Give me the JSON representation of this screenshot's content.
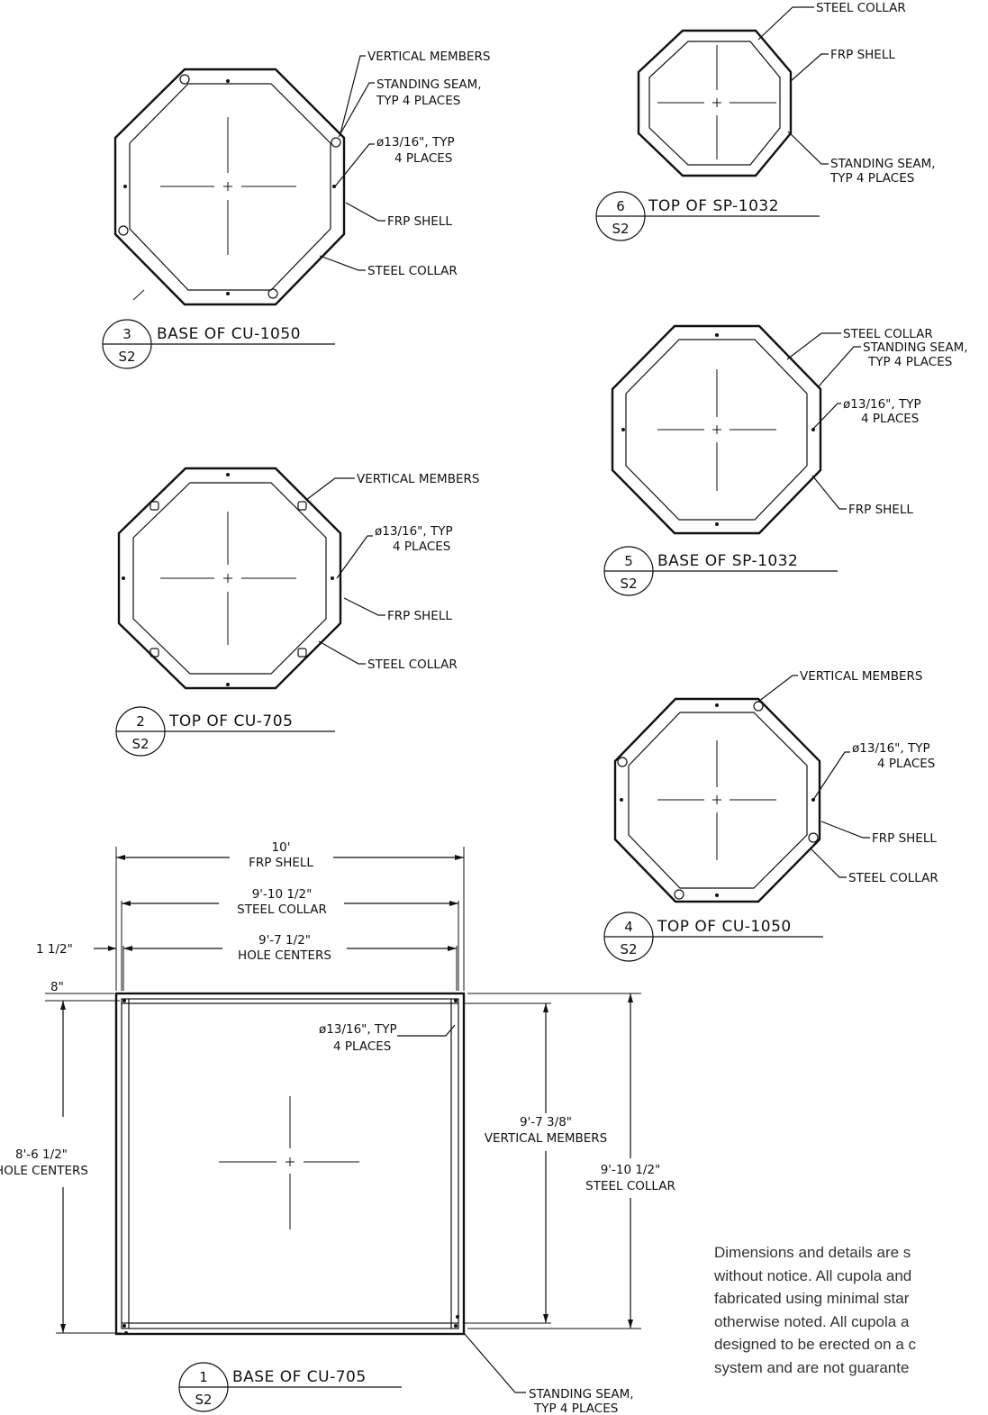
{
  "details": [
    {
      "id": "d3",
      "number": "3",
      "sheet": "S2",
      "title": "BASE OF CU-1050",
      "labels": [
        "VERTICAL MEMBERS",
        "STANDING SEAM,",
        "TYP 4 PLACES",
        "ø13/16\", TYP",
        "4 PLACES",
        "FRP SHELL",
        "STEEL COLLAR"
      ]
    },
    {
      "id": "d6",
      "number": "6",
      "sheet": "S2",
      "title": "TOP OF SP-1032",
      "labels": [
        "STEEL COLLAR",
        "FRP SHELL",
        "STANDING SEAM,",
        "TYP 4 PLACES"
      ]
    },
    {
      "id": "d5",
      "number": "5",
      "sheet": "S2",
      "title": "BASE OF SP-1032",
      "labels": [
        "STEEL COLLAR",
        "STANDING SEAM,",
        "TYP 4 PLACES",
        "ø13/16\", TYP",
        "4 PLACES",
        "FRP SHELL"
      ]
    },
    {
      "id": "d2",
      "number": "2",
      "sheet": "S2",
      "title": "TOP OF CU-705",
      "labels": [
        "VERTICAL MEMBERS",
        "ø13/16\", TYP",
        "4 PLACES",
        "FRP SHELL",
        "STEEL COLLAR"
      ]
    },
    {
      "id": "d4",
      "number": "4",
      "sheet": "S2",
      "title": "TOP OF CU-1050",
      "labels": [
        "VERTICAL MEMBERS",
        "ø13/16\", TYP",
        "4 PLACES",
        "FRP SHELL",
        "STEEL COLLAR"
      ]
    },
    {
      "id": "d1",
      "number": "1",
      "sheet": "S2",
      "title": "BASE OF CU-705",
      "labels": [
        "ø13/16\", TYP",
        "4 PLACES",
        "STANDING SEAM,",
        "TYP 4 PLACES"
      ]
    }
  ],
  "dimensions": {
    "frp_shell": [
      "10'",
      "FRP SHELL"
    ],
    "steel_collar_top": [
      "9'-10 1/2\"",
      "STEEL COLLAR"
    ],
    "hole_centers_top": [
      "9'-7 1/2\"",
      "HOLE CENTERS"
    ],
    "offset": "1 1/2\"",
    "eight": "8\"",
    "hole_centers_side": [
      "8'-6 1/2\"",
      "HOLE CENTERS"
    ],
    "vertical_members": [
      "9'-7 3/8\"",
      "VERTICAL MEMBERS"
    ],
    "steel_collar_side": [
      "9'-10 1/2\"",
      "STEEL COLLAR"
    ]
  },
  "notes": [
    "Dimensions and details are s",
    "without notice.  All cupola and",
    "fabricated using minimal star",
    "otherwise noted.  All cupola a",
    "designed to be erected on a c",
    "system and are not guarante"
  ]
}
